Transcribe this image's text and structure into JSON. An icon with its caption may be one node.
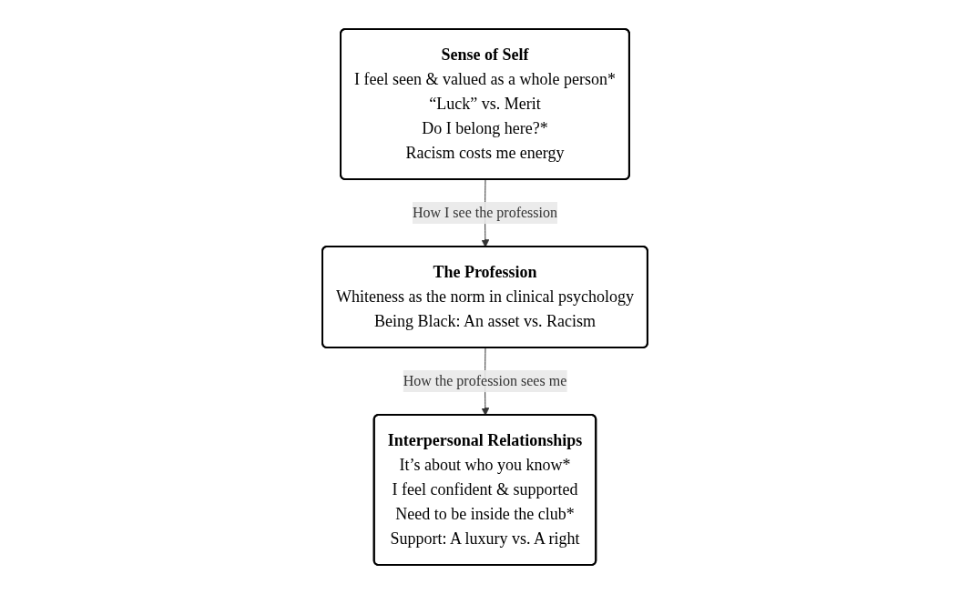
{
  "diagram": {
    "nodes": [
      {
        "text": [
          "The Profession",
          "Whiteness as the norm in clinical psychology",
          "Being Black: An asset vs. Racism"
        ]
      },
      {
        "text": [
          "Interpersonal Relationships",
          "It’s about who you know*",
          "I feel confident & supported",
          "Need to be inside the club*",
          "Support: A luxury vs. A right"
        ]
      },
      {
        "text": [
          "Sense of Self",
          "I feel seen & valued as a whole person*",
          "“Luck” vs. Merit",
          "Do I belong here?*",
          "Racism costs me energy"
        ]
      }
    ],
    "edges": [
      {
        "from": 0,
        "to": 1,
        "arrow": "to",
        "label": "How the profession sees me"
      },
      {
        "from": 2,
        "to": 0,
        "arrow": "to",
        "label": "How I see the profession"
      }
    ]
  }
}
